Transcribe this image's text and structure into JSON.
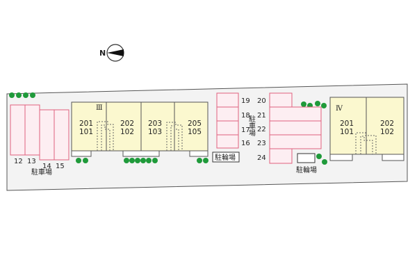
{
  "compass": {
    "direction_label": "N"
  },
  "buildings": [
    {
      "name": "Ⅲ",
      "units": [
        "201",
        "202",
        "203",
        "205"
      ],
      "ground_units": [
        "101",
        "102",
        "103",
        "105"
      ]
    },
    {
      "name": "Ⅳ",
      "units": [
        "201",
        "202"
      ],
      "ground_units": [
        "101",
        "102"
      ]
    }
  ],
  "parking": {
    "label": "駐車場",
    "left_lot": {
      "numbers": [
        "12",
        "13",
        "14",
        "15"
      ]
    },
    "middle_lot": {
      "numbers": [
        "19",
        "18",
        "17",
        "16"
      ]
    },
    "right_lot": {
      "numbers": [
        "20",
        "21",
        "22",
        "23",
        "24"
      ]
    }
  },
  "bicycle_parking": {
    "label": "駐輪場"
  },
  "colors": {
    "site_fill": "#f3f3f3",
    "building_fill": "#fbf8cf",
    "parking_stroke": "#e0607e",
    "parking_fill": "#fdeef2",
    "tree": "#1f9a3a"
  }
}
